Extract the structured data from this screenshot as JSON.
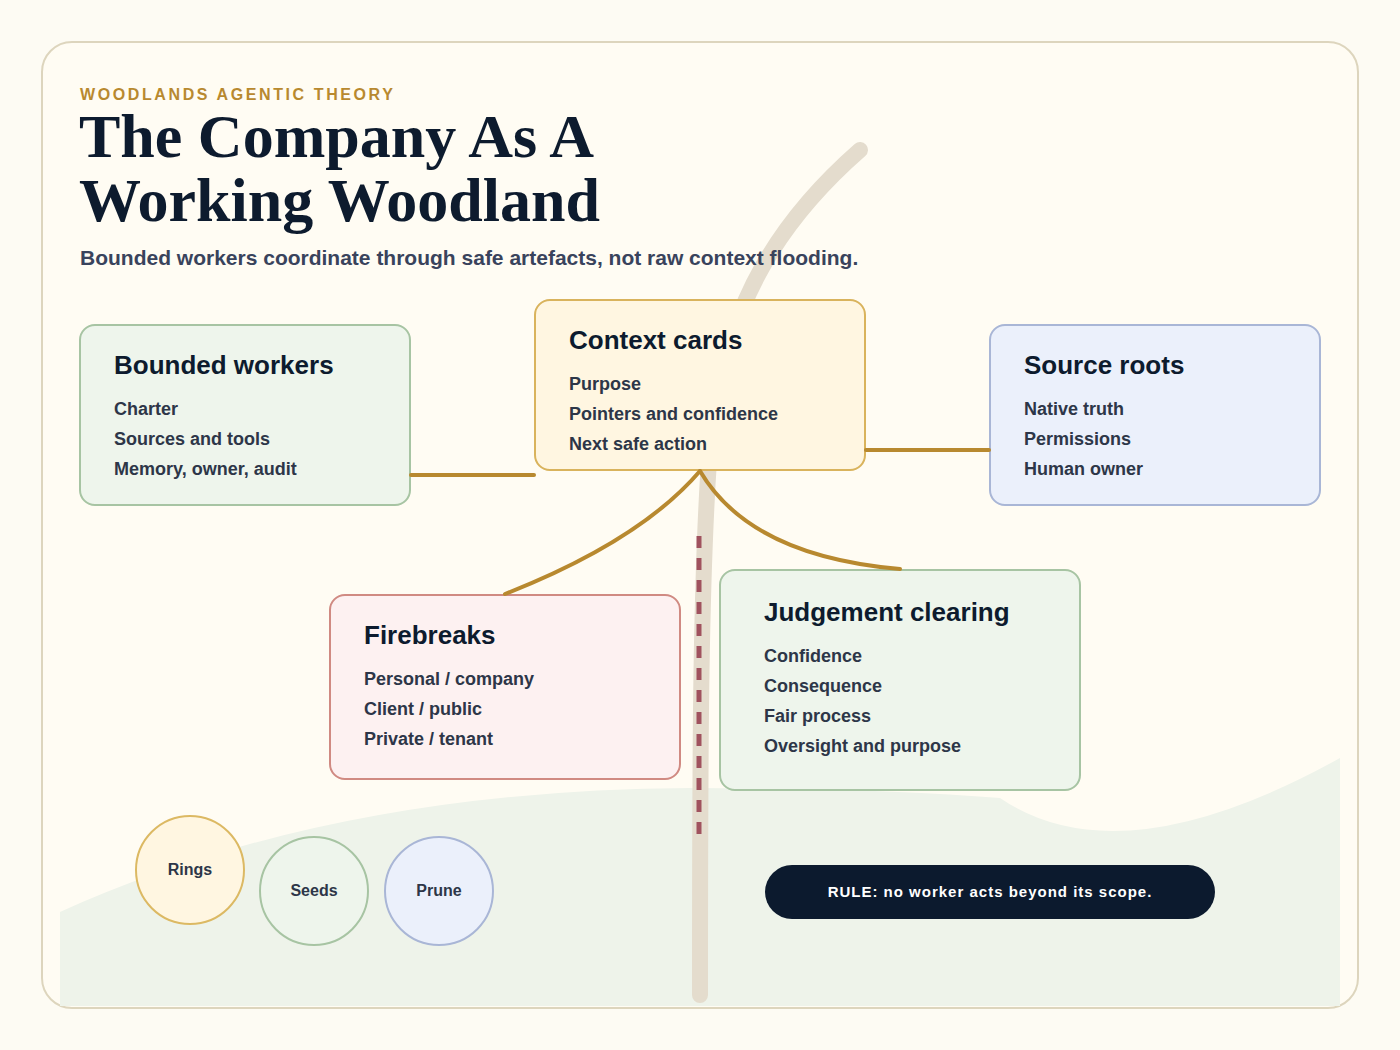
{
  "diagram": {
    "title": "The Company As A Working Woodland",
    "caption": "Bounded workers coordinate through safe artefacts, not raw context flooding.",
    "nodes": [
      {
        "text": [
          "Bounded workers",
          "Charter",
          "Sources and tools",
          "Memory, owner, audit"
        ]
      },
      {
        "text": [
          "Context cards",
          "Purpose",
          "Pointers and confidence",
          "Next safe action"
        ]
      },
      {
        "text": [
          "Source roots",
          "Native truth",
          "Permissions",
          "Human owner"
        ]
      },
      {
        "text": [
          "Firebreaks",
          "Personal / company",
          "Client / public",
          "Private / tenant"
        ]
      },
      {
        "text": [
          "Judgement clearing",
          "Confidence",
          "Consequence",
          "Fair process",
          "Oversight and purpose"
        ]
      },
      {
        "text": [
          "Rings"
        ]
      },
      {
        "text": [
          "Seeds"
        ]
      },
      {
        "text": [
          "Prune"
        ]
      },
      {
        "text": [
          "RULE: no worker acts beyond its scope."
        ]
      }
    ],
    "edges": [
      {
        "from": 0,
        "to": 1,
        "arrow": "none"
      },
      {
        "from": 1,
        "to": 2,
        "arrow": "none"
      },
      {
        "from": 1,
        "to": 3,
        "arrow": "none"
      },
      {
        "from": 1,
        "to": 4,
        "arrow": "none"
      }
    ],
    "labels": [
      "WOODLANDS AGENTIC THEORY"
    ]
  }
}
